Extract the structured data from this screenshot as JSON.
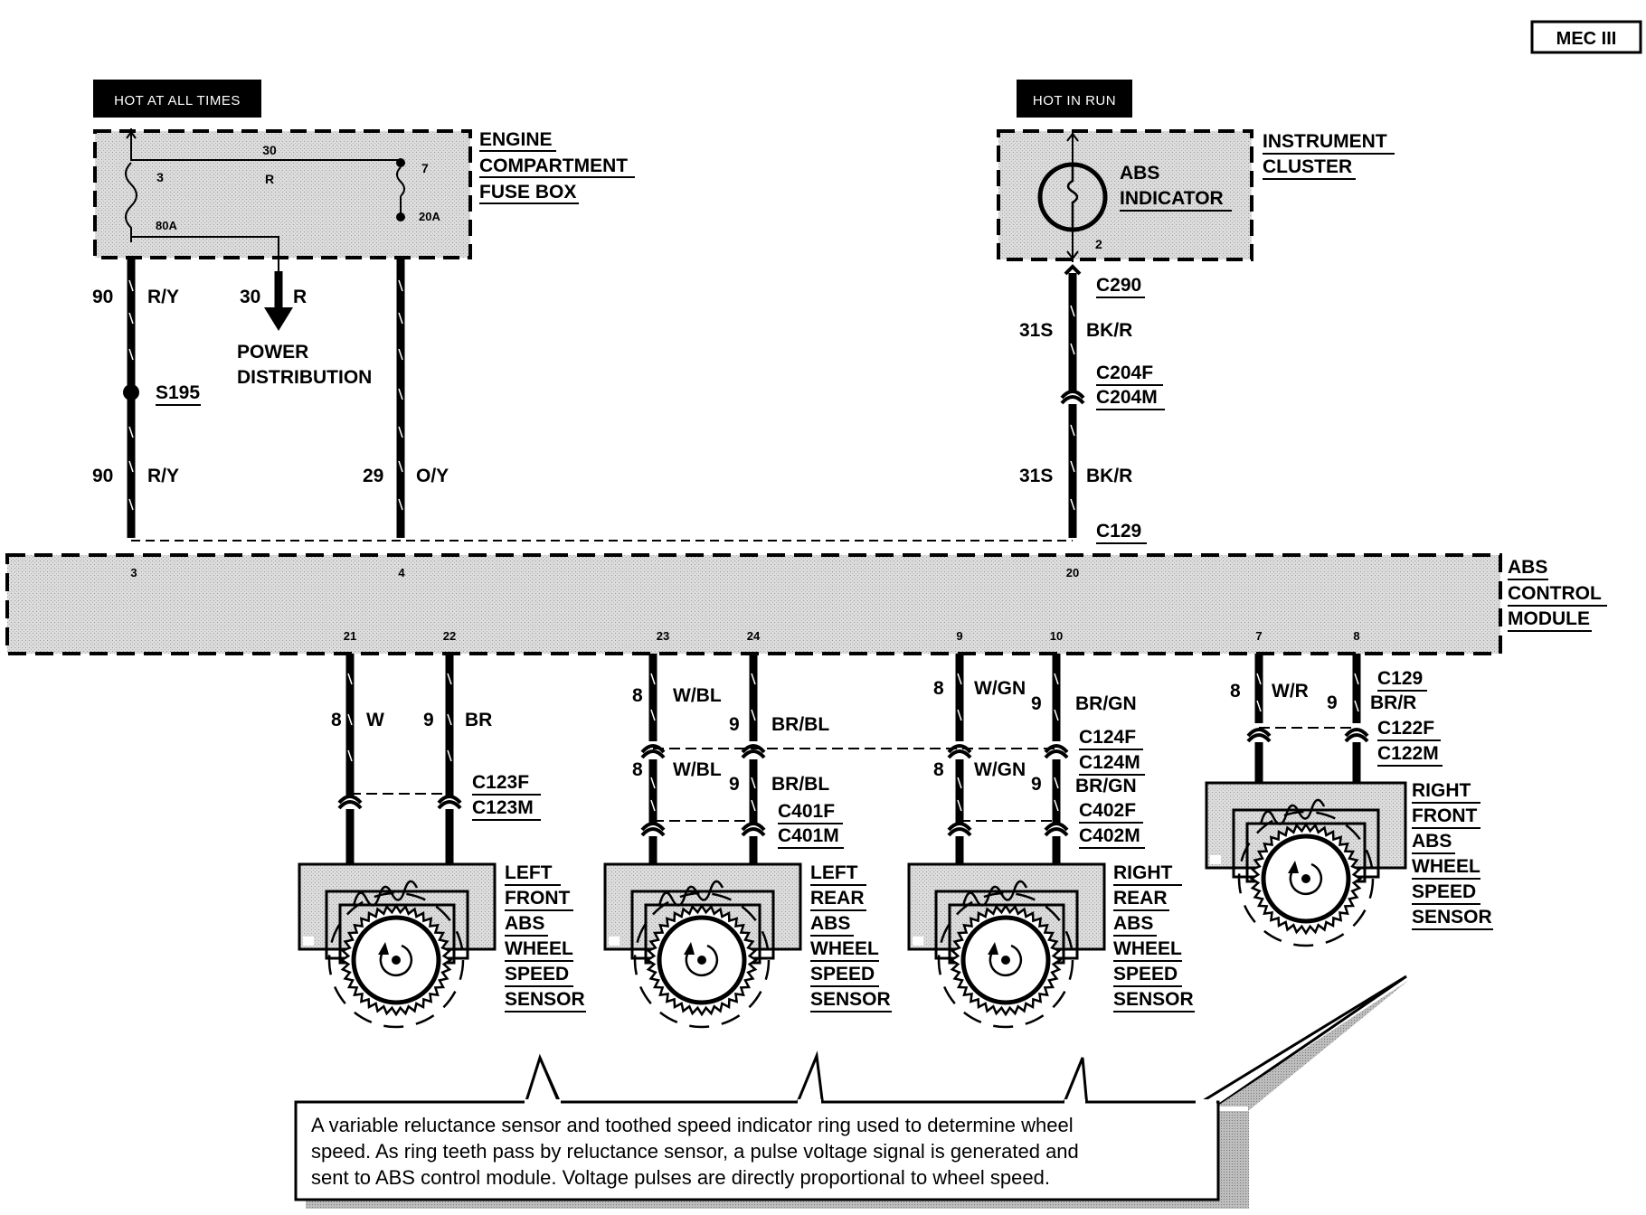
{
  "badge": "MEC III",
  "headers": {
    "hot_all_times": "HOT AT ALL TIMES",
    "hot_in_run": "HOT IN RUN"
  },
  "fuse_box": {
    "label": [
      "ENGINE",
      "COMPARTMENT",
      "FUSE BOX"
    ],
    "wire30": "30",
    "pin3": "3",
    "r": "R",
    "pin7": "7",
    "fuse80": "80A",
    "fuse20": "20A"
  },
  "left_wires": {
    "top_num": "90",
    "top_color": "R/Y",
    "splice": "S195",
    "bot_num": "90",
    "bot_color": "R/Y",
    "oy_num": "29",
    "oy_color": "O/Y",
    "pd_num": "30",
    "pd_color": "R",
    "pd_label": [
      "POWER",
      "DISTRIBUTION"
    ]
  },
  "cluster": {
    "label": [
      "INSTRUMENT",
      "CLUSTER"
    ],
    "indicator": [
      "ABS",
      "INDICATOR"
    ],
    "pin2": "2"
  },
  "right_wires": {
    "c290": "C290",
    "num1": "31S",
    "color1": "BK/R",
    "c204f": "C204F",
    "c204m": "C204M",
    "num2": "31S",
    "color2": "BK/R",
    "c129": "C129"
  },
  "module": {
    "label": [
      "ABS",
      "CONTROL",
      "MODULE"
    ],
    "pins_top": [
      "3",
      "4",
      "20"
    ],
    "pins_bottom": [
      "21",
      "22",
      "23",
      "24",
      "9",
      "10",
      "7",
      "8"
    ]
  },
  "sensor_lf": {
    "wire1": {
      "num": "8",
      "color": "W"
    },
    "wire2": {
      "num": "9",
      "color": "BR"
    },
    "conn": [
      "C123F",
      "C123M"
    ],
    "label": [
      "LEFT",
      "FRONT",
      "ABS",
      "WHEEL",
      "SPEED",
      "SENSOR"
    ]
  },
  "sensor_lr": {
    "wire1": {
      "num": "8",
      "color": "W/BL"
    },
    "wire2": {
      "num": "9",
      "color": "BR/BL"
    },
    "wire1b": {
      "num": "8",
      "color": "W/BL"
    },
    "wire2b": {
      "num": "9",
      "color": "BR/BL"
    },
    "conn": [
      "C401F",
      "C401M"
    ],
    "label": [
      "LEFT",
      "REAR",
      "ABS",
      "WHEEL",
      "SPEED",
      "SENSOR"
    ]
  },
  "sensor_rr": {
    "wire1": {
      "num": "8",
      "color": "W/GN"
    },
    "wire2": {
      "num": "9",
      "color": "BR/GN"
    },
    "conn_mid": [
      "C124F",
      "C124M"
    ],
    "wire1b": {
      "num": "8",
      "color": "W/GN"
    },
    "wire2b": {
      "num": "9",
      "color": "BR/GN"
    },
    "conn": [
      "C402F",
      "C402M"
    ],
    "label": [
      "RIGHT",
      "REAR",
      "ABS",
      "WHEEL",
      "SPEED",
      "SENSOR"
    ]
  },
  "sensor_rf": {
    "wire1": {
      "num": "8",
      "color": "W/R"
    },
    "wire2": {
      "num": "9",
      "color": "BR/R"
    },
    "conn_top": "C129",
    "conn": [
      "C122F",
      "C122M"
    ],
    "label": [
      "RIGHT",
      "FRONT",
      "ABS",
      "WHEEL",
      "SPEED",
      "SENSOR"
    ]
  },
  "note": [
    "A variable reluctance sensor and toothed speed indicator ring used to determine wheel",
    "speed. As ring teeth pass by reluctance sensor, a pulse voltage signal is generated and",
    "sent to ABS control module. Voltage pulses are directly proportional to wheel speed."
  ],
  "colors": {
    "shade": "#d6d6d6",
    "ink": "#000000"
  }
}
